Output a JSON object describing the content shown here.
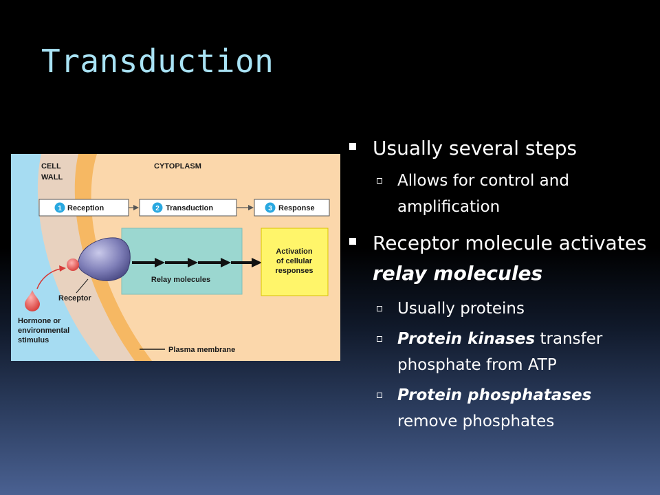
{
  "slide": {
    "title": "Transduction",
    "background_colors": [
      "#000000",
      "#4a6192"
    ]
  },
  "figure": {
    "labels": {
      "cell": "CELL",
      "wall": "WALL",
      "cytoplasm": "CYTOPLASM",
      "relay_molecules": "Relay molecules",
      "activation_1": "Activation",
      "activation_2": "of cellular",
      "activation_3": "responses",
      "receptor": "Receptor",
      "hormone_1": "Hormone or",
      "hormone_2": "environmental",
      "hormone_3": "stimulus",
      "plasma_membrane": "Plasma membrane"
    },
    "steps": [
      {
        "number": "1",
        "label": "Reception"
      },
      {
        "number": "2",
        "label": "Transduction"
      },
      {
        "number": "3",
        "label": "Response"
      }
    ],
    "colors": {
      "outside": "#a6dcf2",
      "cell_wall": "#e8d2bf",
      "membrane": "#f6b863",
      "cytoplasm": "#fbd7ab",
      "relay_box": "#9bd7d0",
      "response_box": "#fff56a",
      "step_number": "#29a8e0",
      "receptor": "#7f7fb8",
      "signal": "#e64a47"
    }
  },
  "bullets": {
    "b1": "Usually several steps",
    "b1_1": "Allows for control and amplification",
    "b2_prefix": "Receptor molecule activates ",
    "b2_emph": "relay molecules",
    "b2_1": "Usually proteins",
    "b2_2_emph": "Protein kinases",
    "b2_2_rest": " transfer phosphate from ATP",
    "b2_3_emph": "Protein phosphatases",
    "b2_3_rest": " remove phosphates"
  }
}
